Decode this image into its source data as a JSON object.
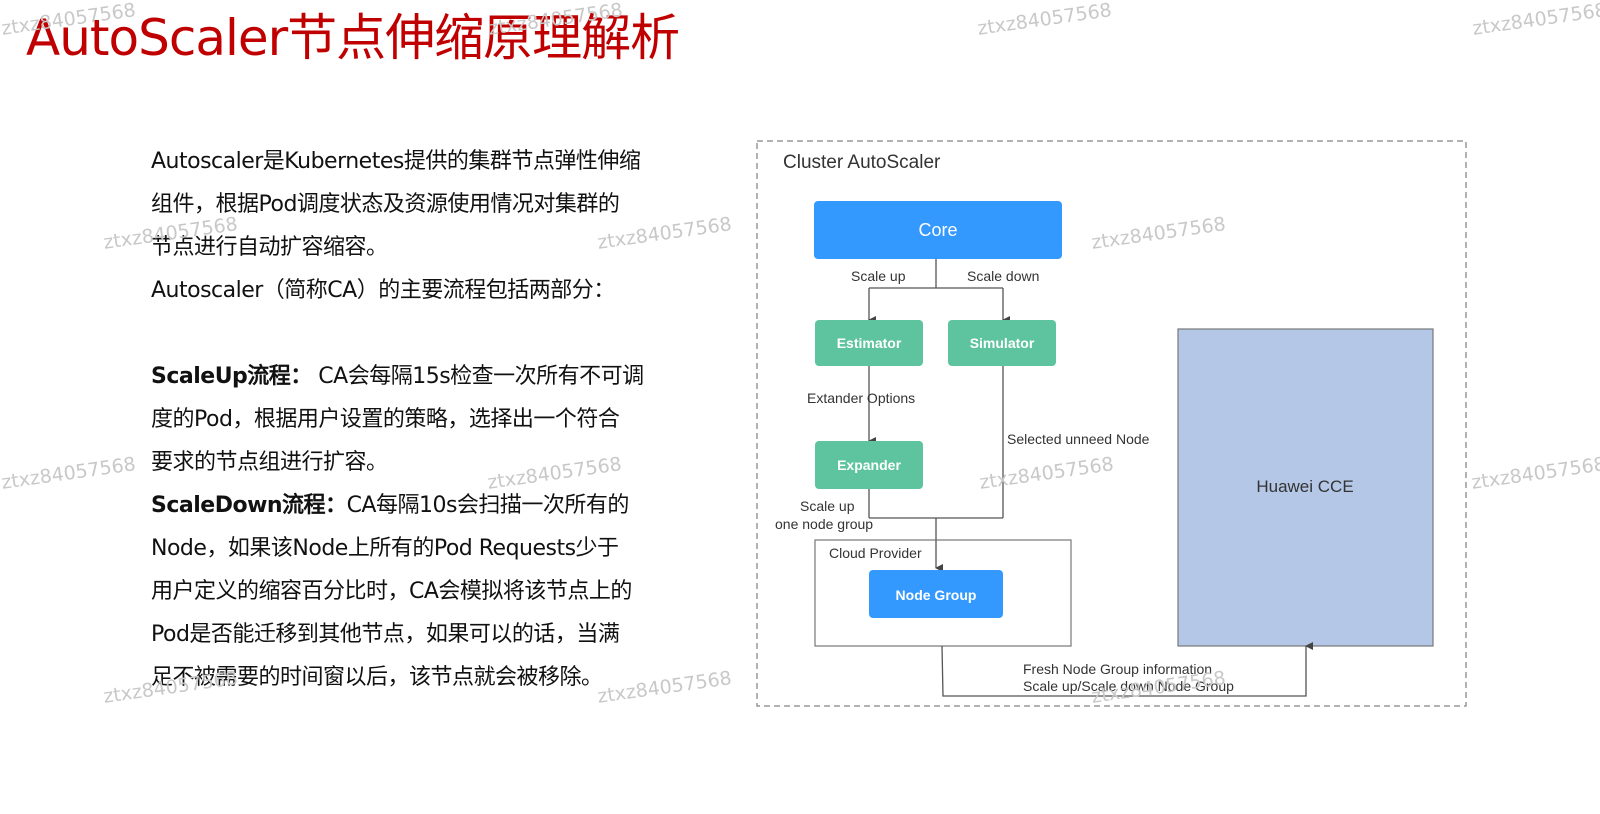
{
  "slide": {
    "title": "AutoScaler节点伸缩原理解析"
  },
  "body": {
    "p1_lines": [
      "Autoscaler是Kubernetes提供的集群节点弹性伸缩",
      "组件，根据Pod调度状态及资源使用情况对集群的",
      "节点进行自动扩容缩容。"
    ],
    "p2": "Autoscaler（简称CA）的主要流程包括两部分：",
    "scaleup_label": "ScaleUp流程：",
    "scaleup_lines": [
      " CA会每隔15s检查一次所有不可调",
      "度的Pod，根据用户设置的策略，选择出一个符合",
      "要求的节点组进行扩容。"
    ],
    "scaledown_label": "ScaleDown流程：",
    "scaledown_lines": [
      "CA每隔10s会扫描一次所有的",
      "Node，如果该Node上所有的Pod Requests少于",
      "用户定义的缩容百分比时，CA会模拟将该节点上的",
      "Pod是否能迁移到其他节点，如果可以的话，当满",
      "足不被需要的时间窗以后，该节点就会被移除。"
    ]
  },
  "diagram": {
    "container_label": "Cluster AutoScaler",
    "core": "Core",
    "scale_up": "Scale up",
    "scale_down": "Scale down",
    "estimator": "Estimator",
    "simulator": "Simulator",
    "extender_options": "Extander Options",
    "expander": "Expander",
    "selected_unneed": "Selected unneed Node",
    "scale_up_group_1": "Scale up",
    "scale_up_group_2": "one node group",
    "cloud_provider": "Cloud Provider",
    "node_group": "Node Group",
    "huawei_cce": "Huawei CCE",
    "fresh_info_1": "Fresh Node Group information",
    "fresh_info_2": "Scale up/Scale down Node Group"
  },
  "colors": {
    "title": "#c00000",
    "blue": "#3399ff",
    "green": "#5ec4a0",
    "cce": "#b4c7e7",
    "line": "#555555"
  },
  "watermark": "ztxz84057568"
}
